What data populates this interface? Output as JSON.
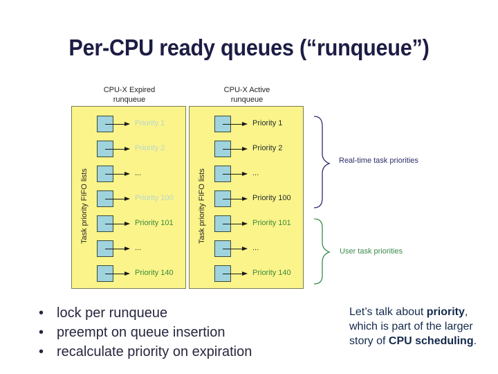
{
  "title": "Per-CPU ready queues (“runqueue”)",
  "diagram": {
    "expired_queue": {
      "header_line1": "CPU-X Expired",
      "header_line2": "runqueue",
      "side_label": "Task priority FIFO lists",
      "slots": [
        {
          "label": "Priority 1",
          "style": "faded"
        },
        {
          "label": "Priority 2",
          "style": "faded"
        },
        {
          "label": "...",
          "style": "dark"
        },
        {
          "label": "Priority 100",
          "style": "faded"
        },
        {
          "label": "Priority 101",
          "style": "green"
        },
        {
          "label": "...",
          "style": "dark"
        },
        {
          "label": "Priority 140",
          "style": "green"
        }
      ]
    },
    "active_queue": {
      "header_line1": "CPU-X Active",
      "header_line2": "runqueue",
      "side_label": "Task priority FIFO lists",
      "slots": [
        {
          "label": "Priority 1",
          "style": "dark"
        },
        {
          "label": "Priority 2",
          "style": "dark"
        },
        {
          "label": "...",
          "style": "dark"
        },
        {
          "label": "Priority 100",
          "style": "dark"
        },
        {
          "label": "Priority 101",
          "style": "green"
        },
        {
          "label": "...",
          "style": "dark"
        },
        {
          "label": "Priority 140",
          "style": "green"
        }
      ]
    },
    "braces": {
      "realtime_label": "Real-time task priorities",
      "user_label": "User task priorities",
      "realtime_color": "#2b2b6a",
      "user_color": "#3a8a4a"
    }
  },
  "bullets": [
    "lock per runqueue",
    "preempt on queue insertion",
    "recalculate priority on expiration"
  ],
  "note": {
    "part1": "Let’s talk about ",
    "bold1": "priority",
    "part2": ", which is part of the larger story of ",
    "bold2": "CPU scheduling",
    "part3": "."
  }
}
